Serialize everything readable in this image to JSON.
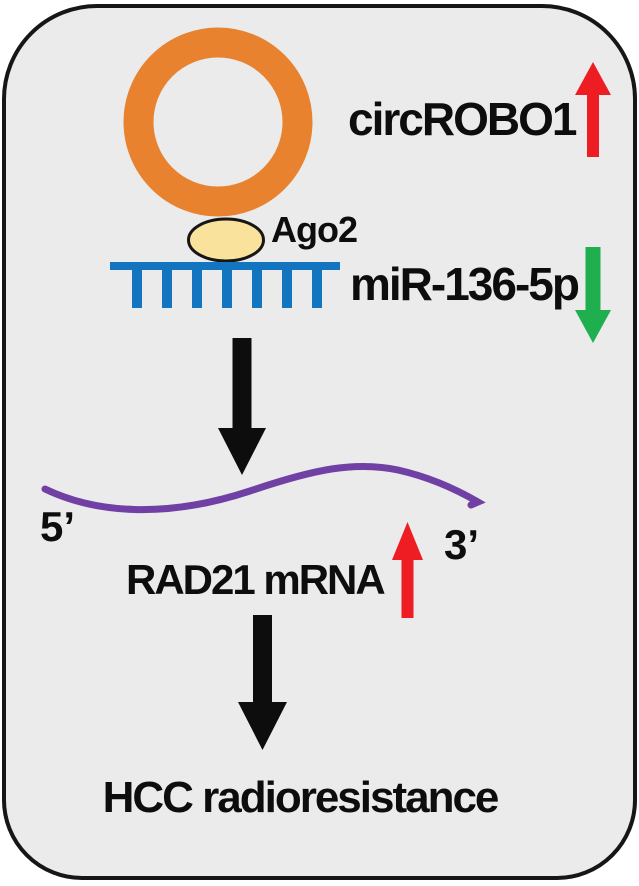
{
  "figure": {
    "kind": "molecular-pathway-diagram",
    "labels": {
      "circrna": "circROBO1",
      "ago2": "Ago2",
      "mirna": "miR-136-5p",
      "five_prime": "5’",
      "three_prime": "3’",
      "mrna": "RAD21 mRNA",
      "outcome": "HCC radioresistance"
    },
    "regulation": {
      "circrna_direction": "up",
      "mirna_direction": "down",
      "mrna_direction": "up"
    },
    "icons": [
      "circrna-ring-icon",
      "ago2-protein-icon",
      "mirna-comb-icon",
      "up-arrow-red-icon",
      "down-arrow-green-icon",
      "down-arrow-black-icon",
      "mrna-wave-icon"
    ],
    "colors": {
      "panel_bg": "#ebebeb",
      "panel_border": "#161616",
      "circrna_orange": "#e8822f",
      "ago2_fill": "#f9e29b",
      "mirna_blue": "#1375bf",
      "mrna_purple": "#7140a5",
      "up_red": "#ee1d23",
      "down_green": "#1faf4f",
      "arrow_black": "#0d0d0d"
    },
    "comb": {
      "tooth_count": 7,
      "tooth_spacing": 30,
      "tooth_width": 10
    }
  }
}
